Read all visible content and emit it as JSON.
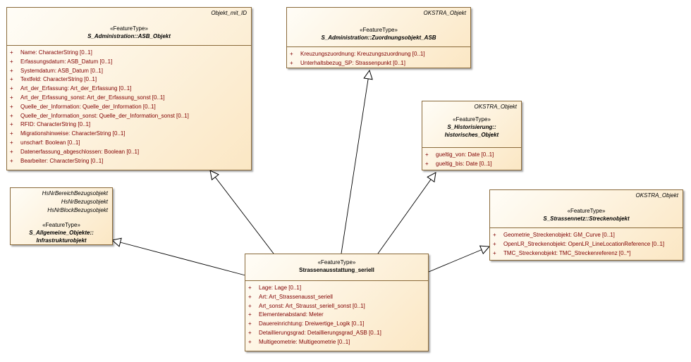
{
  "classes": {
    "asb_objekt": {
      "tagged": [
        "Objekt_mit_ID"
      ],
      "stereotype": "«FeatureType»",
      "name": "S_Administration::ASB_Objekt",
      "attributes": [
        {
          "vis": "+",
          "text": "Name: CharacterString [0..1]"
        },
        {
          "vis": "+",
          "text": "Erfassungsdatum: ASB_Datum [0..1]"
        },
        {
          "vis": "+",
          "text": "Systemdatum: ASB_Datum [0..1]"
        },
        {
          "vis": "+",
          "text": "Textfeld: CharacterString [0..1]"
        },
        {
          "vis": "+",
          "text": "Art_der_Erfassung: Art_der_Erfassung [0..1]"
        },
        {
          "vis": "+",
          "text": "Art_der_Erfassung_sonst: Art_der_Erfassung_sonst [0..1]"
        },
        {
          "vis": "+",
          "text": "Quelle_der_Information: Quelle_der_Information [0..1]"
        },
        {
          "vis": "+",
          "text": "Quelle_der_Information_sonst: Quelle_der_Information_sonst [0..1]"
        },
        {
          "vis": "+",
          "text": "RFID: CharacterString [0..1]"
        },
        {
          "vis": "+",
          "text": "Migrationshinweise: CharacterString [0..1]"
        },
        {
          "vis": "+",
          "text": "unscharf: Boolean [0..1]"
        },
        {
          "vis": "+",
          "text": "Datenerfassung_abgeschlossen: Boolean [0..1]"
        },
        {
          "vis": "+",
          "text": "Bearbeiter: CharacterString [0..1]"
        }
      ]
    },
    "zuordnungsobjekt_asb": {
      "tagged": [
        "OKSTRA_Objekt"
      ],
      "stereotype": "«FeatureType»",
      "name": "S_Administration::Zuordnungsobjekt_ASB",
      "attributes": [
        {
          "vis": "+",
          "text": "Kreuzungszuordnung: Kreuzungszuordnung [0..1]"
        },
        {
          "vis": "+",
          "text": "Unterhaltsbezug_SP: Strassenpunkt [0..1]"
        }
      ]
    },
    "historisches_objekt": {
      "tagged": [
        "OKSTRA_Objekt"
      ],
      "stereotype": "«FeatureType»",
      "name_lines": [
        "S_Historisierung::",
        "historisches_Objekt"
      ],
      "attributes": [
        {
          "vis": "+",
          "text": "gueltig_von: Date [0..1]"
        },
        {
          "vis": "+",
          "text": "gueltig_bis: Date [0..1]"
        }
      ]
    },
    "infrastrukturobjekt": {
      "tagged": [
        "HsNrBereichBezugsobjekt",
        "HsNrBezugsobjekt",
        "HsNrBlockBezugsobjekt"
      ],
      "stereotype": "«FeatureType»",
      "name_lines": [
        "S_Allgemeine_Objekte::",
        "Infrastrukturobjekt"
      ]
    },
    "streckenobjekt": {
      "tagged": [
        "OKSTRA_Objekt"
      ],
      "stereotype": "«FeatureType»",
      "name": "S_Strassennetz::Streckenobjekt",
      "attributes": [
        {
          "vis": "+",
          "text": "Geometrie_Streckenobjekt: GM_Curve [0..1]"
        },
        {
          "vis": "+",
          "text": "OpenLR_Streckenobjekt: OpenLR_LineLocationReference [0..1]"
        },
        {
          "vis": "+",
          "text": "TMC_Streckenobjekt: TMC_Streckenreferenz [0..*]"
        }
      ]
    },
    "strassenausstattung_seriell": {
      "stereotype": "«FeatureType»",
      "name": "Strassenausstattung_seriell",
      "attributes": [
        {
          "vis": "+",
          "text": "Lage: Lage [0..1]"
        },
        {
          "vis": "+",
          "text": "Art: Art_Strassenausst_seriell"
        },
        {
          "vis": "+",
          "text": "Art_sonst: Art_Strausst_seriell_sonst [0..1]"
        },
        {
          "vis": "+",
          "text": "Elementenabstand: Meter"
        },
        {
          "vis": "+",
          "text": "Dauereinrichtung: Dreiwertige_Logik [0..1]"
        },
        {
          "vis": "+",
          "text": "Detaillierungsgrad: Detaillierungsgrad_ASB [0..1]"
        },
        {
          "vis": "+",
          "text": "Multigeometrie: Multigeometrie [0..1]"
        }
      ]
    }
  },
  "colors": {
    "border": "#8a6a3a",
    "attribute_text": "#800000",
    "fill_light": "#fffdf7",
    "fill_dark": "#fbe7c4"
  }
}
